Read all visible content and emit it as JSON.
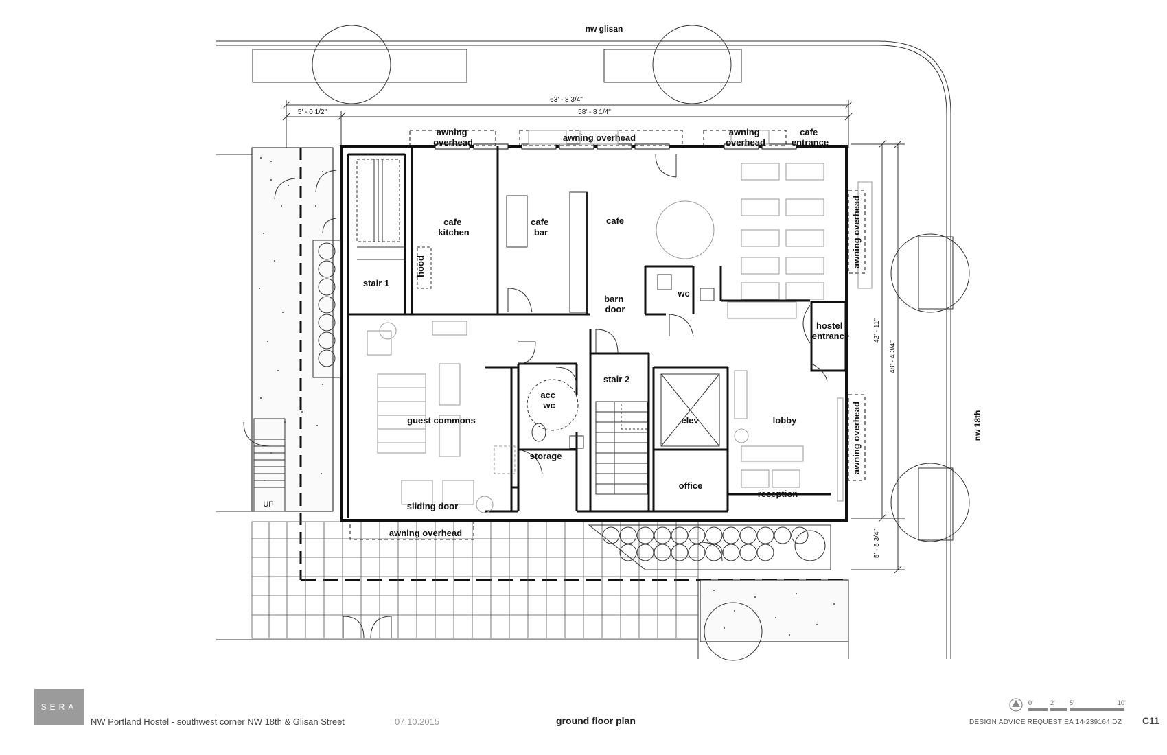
{
  "streets": {
    "north": "nw glisan",
    "east": "nw 18th"
  },
  "dimensions": {
    "overall_width": "63' - 8 3/4\"",
    "inner_width": "58' - 8 1/4\"",
    "west_offset": "5' - 0 1/2\"",
    "depth_inner": "42' - 11\"",
    "depth_overall": "48' - 4 3/4\"",
    "south_offset": "5' - 5 3/4\""
  },
  "rooms": {
    "awning_overhead_1": [
      "awning",
      "overhead"
    ],
    "awning_overhead_2": "awning overhead",
    "awning_overhead_3": [
      "awning",
      "overhead"
    ],
    "cafe_entrance": [
      "cafe",
      "entrance"
    ],
    "cafe_kitchen": [
      "cafe",
      "kitchen"
    ],
    "cafe_bar": [
      "cafe",
      "bar"
    ],
    "cafe": "cafe",
    "hood": "hood",
    "stair_1": "stair 1",
    "barn_door": [
      "barn",
      "door"
    ],
    "wc": "wc",
    "hostel_entrance": [
      "hostel",
      "entrance"
    ],
    "awning_overhead_east_1": "awning overhead",
    "awning_overhead_east_2": "awning overhead",
    "acc_wc": [
      "acc",
      "wc"
    ],
    "stair_2": "stair 2",
    "guest_commons": "guest commons",
    "elev": "elev",
    "lobby": "lobby",
    "storage": "storage",
    "office": "office",
    "reception": "reception",
    "sliding_door": "sliding door",
    "awning_overhead_south": "awning overhead",
    "up": "UP"
  },
  "footer": {
    "logo": "SERA",
    "project": "NW Portland Hostel - southwest corner NW 18th & Glisan Street",
    "date": "07.10.2015",
    "sheet_title": "ground floor plan",
    "design_advice": "DESIGN ADVICE REQUEST  EA 14-239164 DZ",
    "sheet_number": "C11",
    "scale_labels": [
      "0'",
      "2'",
      "5'",
      "10'"
    ]
  }
}
